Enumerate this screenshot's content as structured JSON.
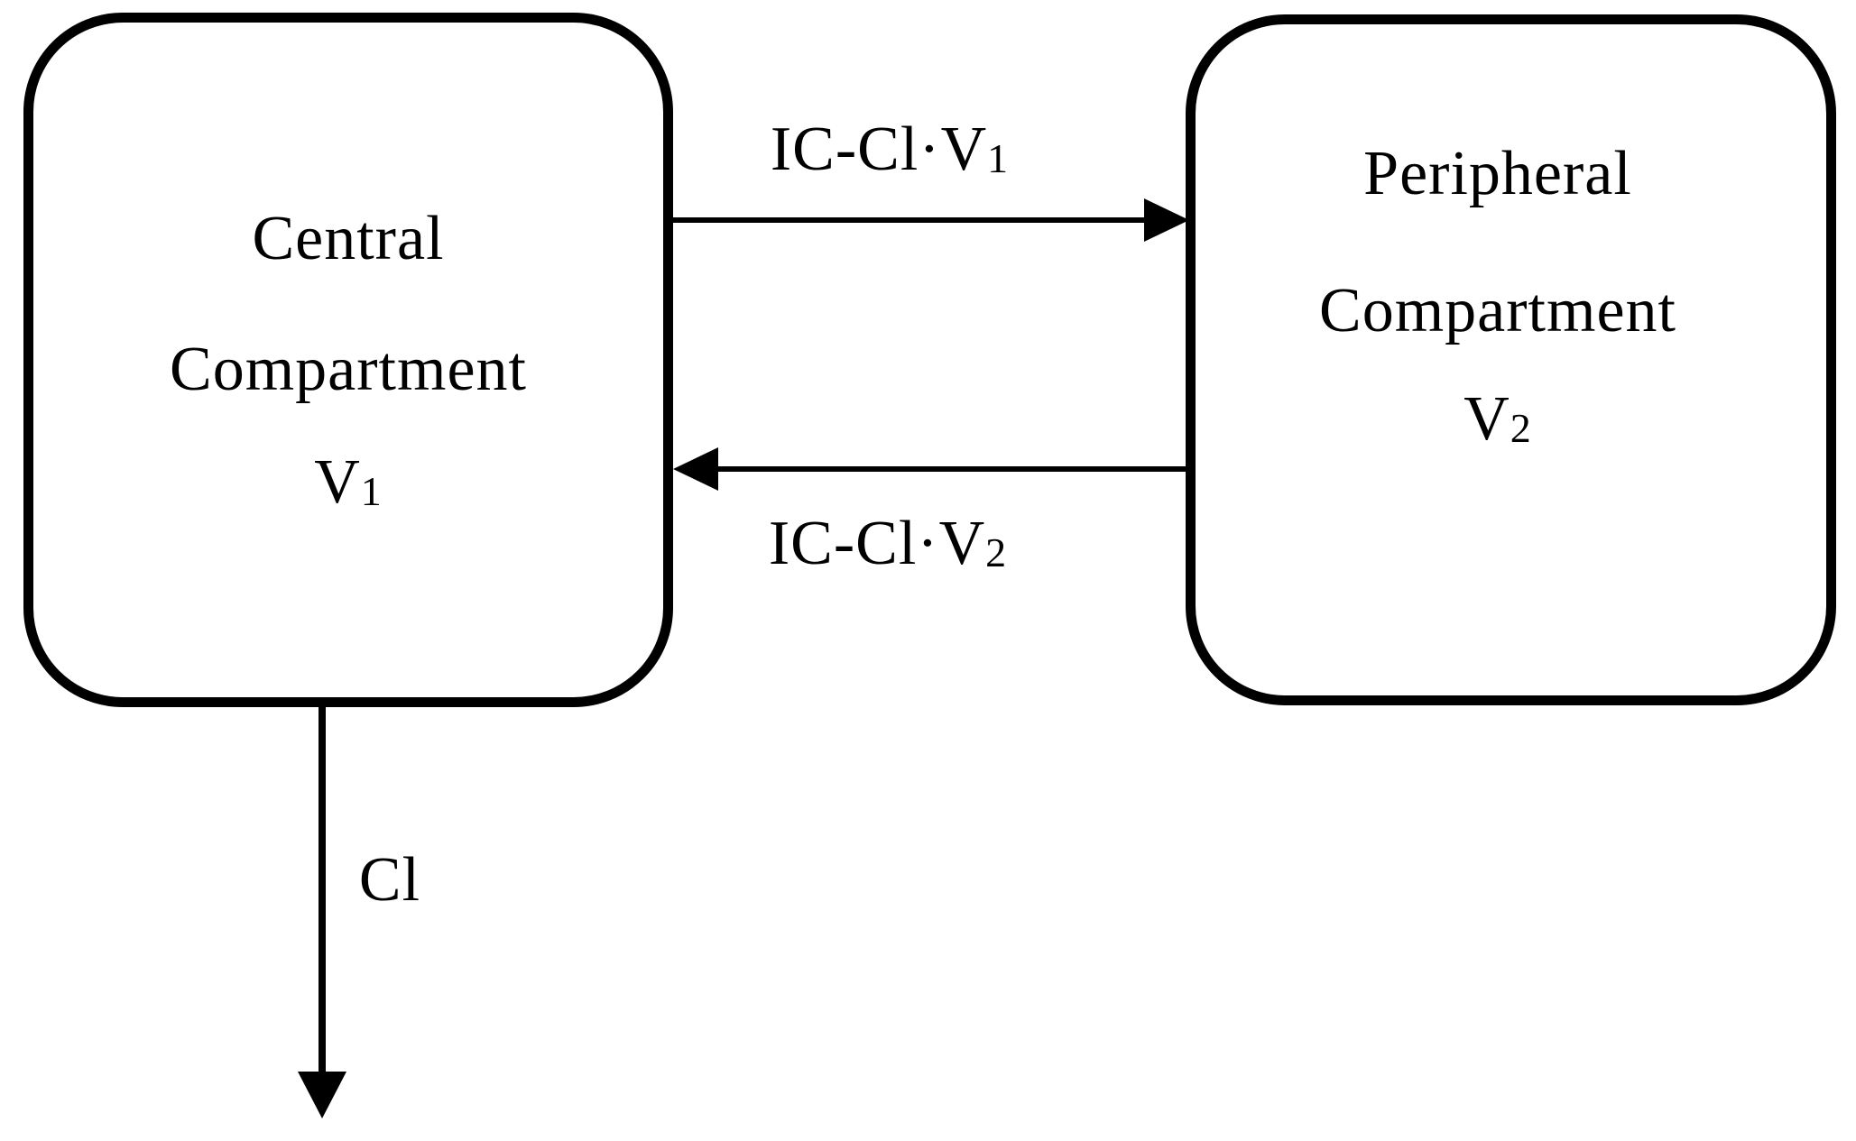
{
  "central_box": {
    "line1": "Central",
    "line2": "Compartment",
    "volume_label": "V",
    "volume_subscript": "1"
  },
  "peripheral_box": {
    "line1": "Peripheral",
    "line2": "Compartment",
    "volume_label": "V",
    "volume_subscript": "2"
  },
  "arrows": {
    "central_to_peripheral": {
      "label": "IC-Cl·V",
      "subscript": "1"
    },
    "peripheral_to_central": {
      "label": "IC-Cl·V",
      "subscript": "2"
    },
    "elimination": {
      "label": "Cl"
    }
  },
  "colors": {
    "stroke": "#000000",
    "background": "#ffffff"
  }
}
